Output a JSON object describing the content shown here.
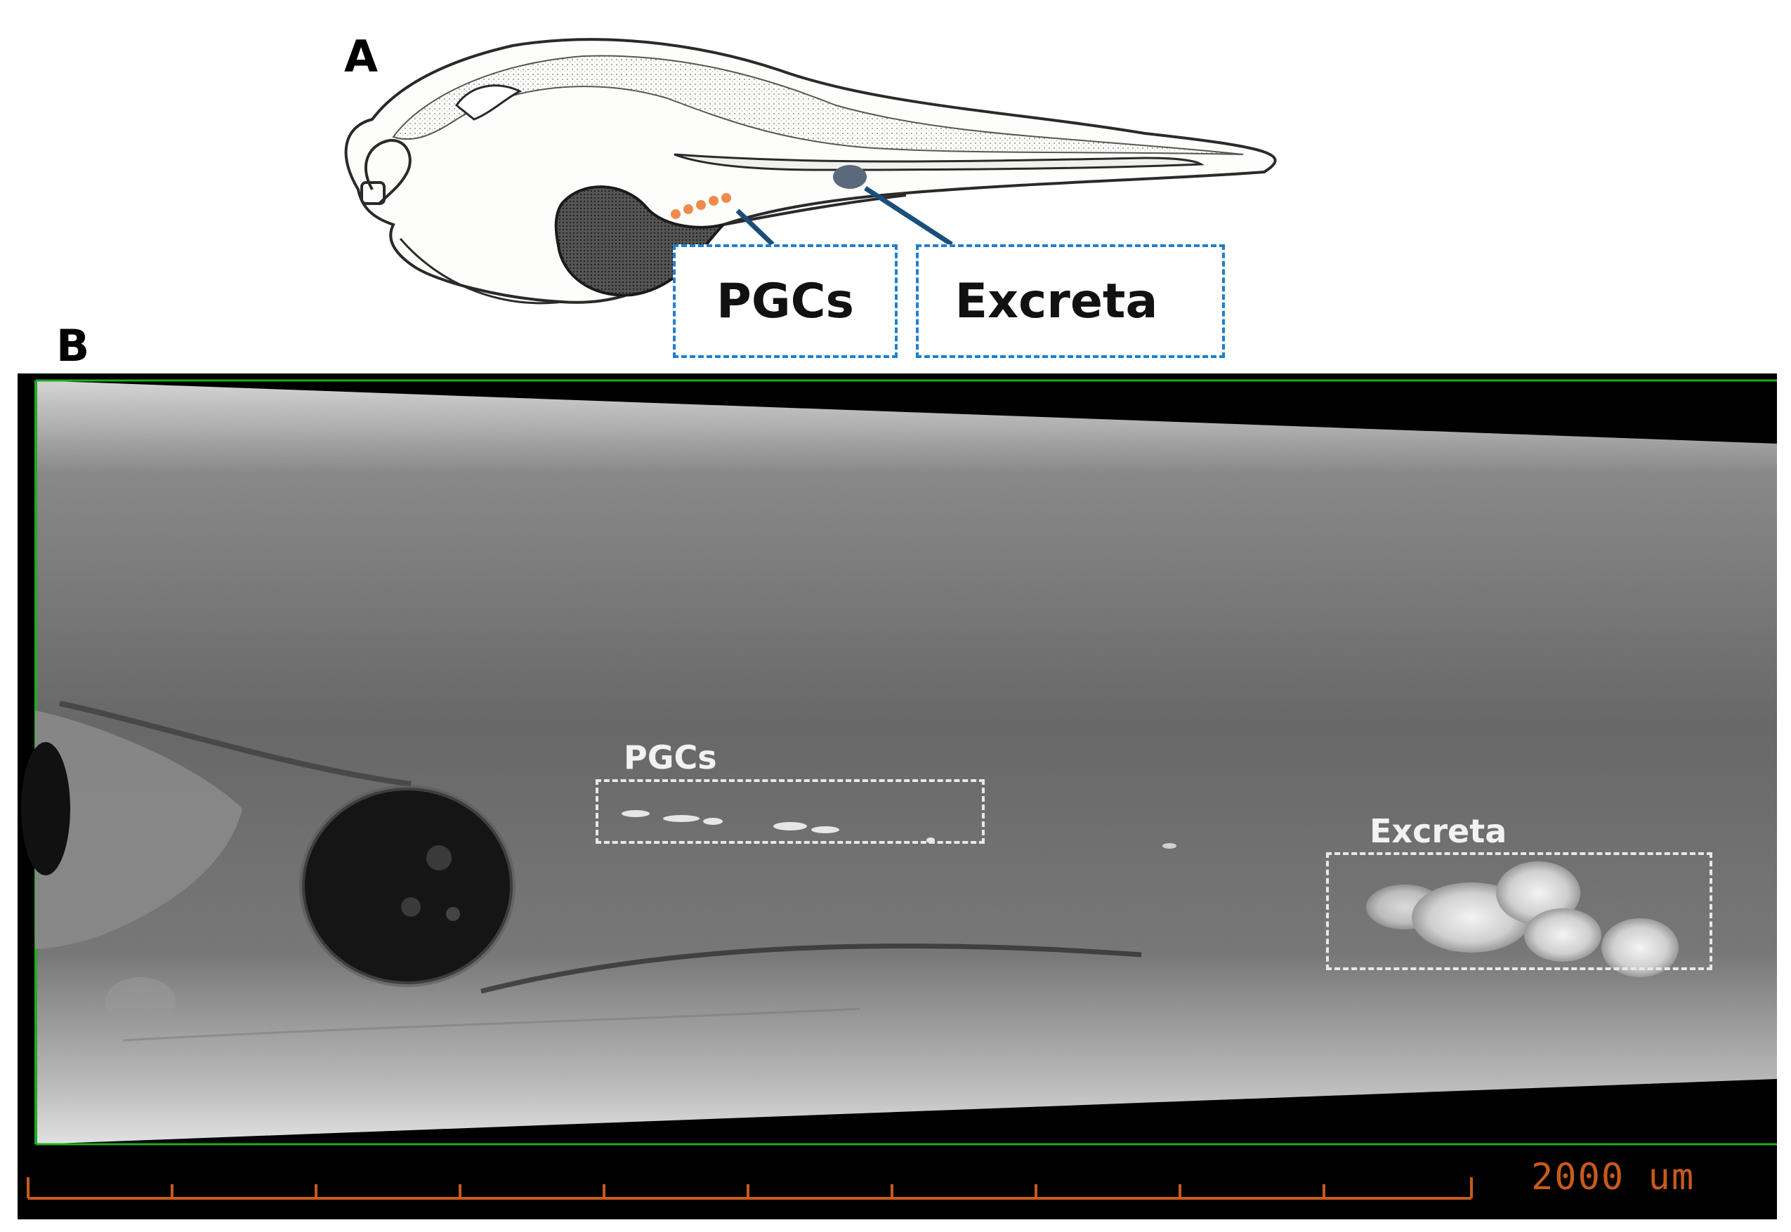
{
  "panels": {
    "a": {
      "label": "A",
      "callouts": {
        "pgcs": "PGCs",
        "excreta": "Excreta"
      }
    },
    "b": {
      "label": "B",
      "roi": {
        "pgcs": "PGCs",
        "excreta": "Excreta"
      },
      "scale_bar": "2000 um"
    }
  },
  "colors": {
    "callout_border": "#1f7fd0",
    "pgc_dots": "#f08a4b",
    "excreta_marker": "#5a6a7a",
    "leader_lines": "#1a4f7a",
    "scale_bar": "#c85a1c",
    "frame_border": "#22aa22"
  }
}
